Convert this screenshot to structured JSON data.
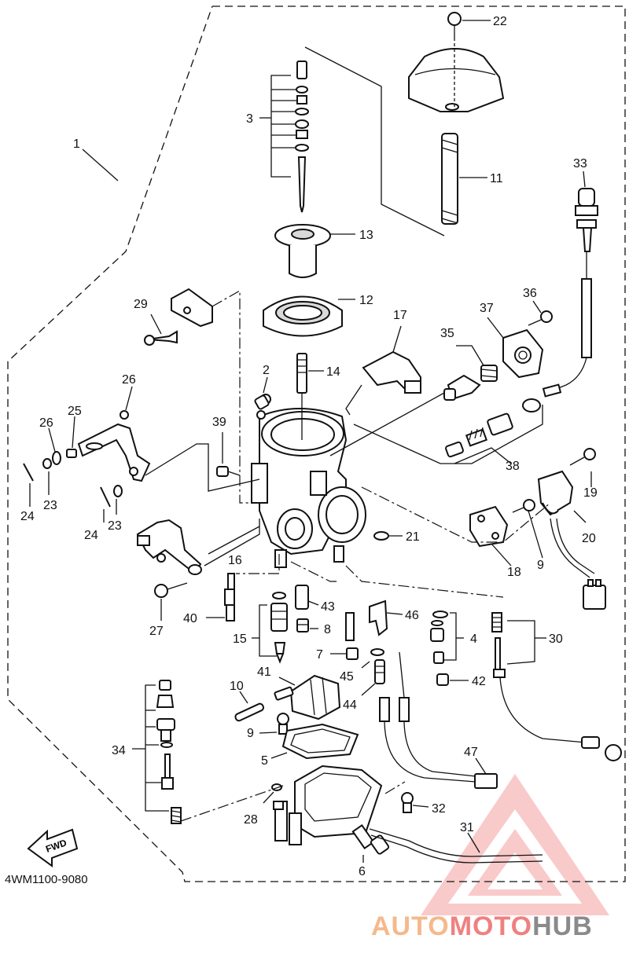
{
  "diagram": {
    "code": "4WM1100-9080",
    "fwd_label": "FWD",
    "labels": [
      {
        "id": "1",
        "text": "1"
      },
      {
        "id": "2",
        "text": "2"
      },
      {
        "id": "3",
        "text": "3"
      },
      {
        "id": "4",
        "text": "4"
      },
      {
        "id": "5",
        "text": "5"
      },
      {
        "id": "6",
        "text": "6"
      },
      {
        "id": "7",
        "text": "7"
      },
      {
        "id": "8",
        "text": "8"
      },
      {
        "id": "9a",
        "text": "9"
      },
      {
        "id": "9b",
        "text": "9"
      },
      {
        "id": "10",
        "text": "10"
      },
      {
        "id": "11",
        "text": "11"
      },
      {
        "id": "12",
        "text": "12"
      },
      {
        "id": "13",
        "text": "13"
      },
      {
        "id": "14",
        "text": "14"
      },
      {
        "id": "15",
        "text": "15"
      },
      {
        "id": "16",
        "text": "16"
      },
      {
        "id": "17",
        "text": "17"
      },
      {
        "id": "18",
        "text": "18"
      },
      {
        "id": "19",
        "text": "19"
      },
      {
        "id": "20",
        "text": "20"
      },
      {
        "id": "21",
        "text": "21"
      },
      {
        "id": "22",
        "text": "22"
      },
      {
        "id": "23a",
        "text": "23"
      },
      {
        "id": "23b",
        "text": "23"
      },
      {
        "id": "24a",
        "text": "24"
      },
      {
        "id": "24b",
        "text": "24"
      },
      {
        "id": "25",
        "text": "25"
      },
      {
        "id": "26a",
        "text": "26"
      },
      {
        "id": "26b",
        "text": "26"
      },
      {
        "id": "27",
        "text": "27"
      },
      {
        "id": "28",
        "text": "28"
      },
      {
        "id": "29",
        "text": "29"
      },
      {
        "id": "30",
        "text": "30"
      },
      {
        "id": "31",
        "text": "31"
      },
      {
        "id": "32",
        "text": "32"
      },
      {
        "id": "33",
        "text": "33"
      },
      {
        "id": "34",
        "text": "34"
      },
      {
        "id": "35",
        "text": "35"
      },
      {
        "id": "36",
        "text": "36"
      },
      {
        "id": "37",
        "text": "37"
      },
      {
        "id": "38",
        "text": "38"
      },
      {
        "id": "39",
        "text": "39"
      },
      {
        "id": "40",
        "text": "40"
      },
      {
        "id": "41",
        "text": "41"
      },
      {
        "id": "42",
        "text": "42"
      },
      {
        "id": "43",
        "text": "43"
      },
      {
        "id": "44",
        "text": "44"
      },
      {
        "id": "45",
        "text": "45"
      },
      {
        "id": "46",
        "text": "46"
      },
      {
        "id": "47",
        "text": "47"
      }
    ]
  },
  "watermark": {
    "part1": "AUTO",
    "part2": "MOTO",
    "part3": "HUB",
    "color_light": "#f5b98c",
    "color_mid": "#f08080",
    "color_dark": "#8a8a8a"
  }
}
